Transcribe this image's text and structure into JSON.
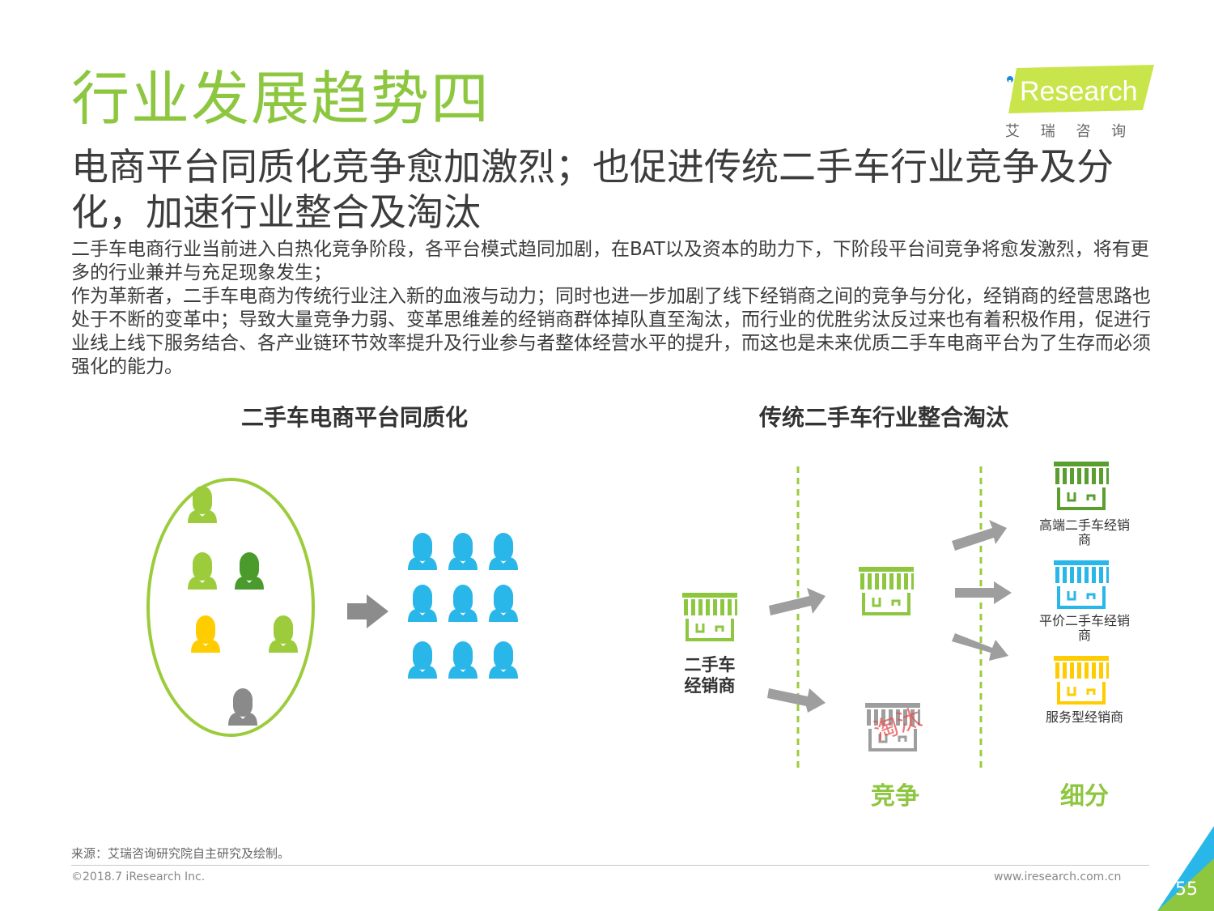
{
  "header": {
    "title": "行业发展趋势四",
    "subtitle": "电商平台同质化竞争愈加激烈；也促进传统二手车行业竞争及分化，加速行业整合及淘汰",
    "logo_text": "iResearch",
    "logo_sub": "艾 瑞 咨 询"
  },
  "body": {
    "para1": "二手车电商行业当前进入白热化竞争阶段，各平台模式趋同加剧，在BAT以及资本的助力下，下阶段平台间竞争将愈发激烈，将有更多的行业兼并与充足现象发生；",
    "para2": "作为革新者，二手车电商为传统行业注入新的血液与动力；同时也进一步加剧了线下经销商之间的竞争与分化，经销商的经营思路也处于不断的变革中；导致大量竞争力弱、变革思维差的经销商群体掉队直至淘汰，而行业的优胜劣汰反过来也有着积极作用，促进行业线上线下服务结合、各产业链环节效率提升及行业参与者整体经营水平的提升，而这也是未来优质二手车电商平台为了生存而必须强化的能力。"
  },
  "left_diagram": {
    "title": "二手车电商平台同质化"
  },
  "right_diagram": {
    "title": "传统二手车行业整合淘汰",
    "origin_label": "二手车经销商",
    "eliminated_stamp": "淘汰",
    "stage1": "竞争",
    "stage2": "细分",
    "outcomes": [
      "高端二手车经销商",
      "平价二手车经销商",
      "服务型经销商"
    ]
  },
  "colors": {
    "green": "#8dc63f",
    "dark_green": "#5a9e2f",
    "blue": "#29b6e8",
    "yellow": "#ffcc00",
    "gray": "#9e9e9e",
    "red": "#e84c4c"
  },
  "footer": {
    "source": "来源：艾瑞咨询研究院自主研究及绘制。",
    "copyright": "©2018.7 iResearch Inc.",
    "website": "www.iresearch.com.cn",
    "page": "55"
  }
}
